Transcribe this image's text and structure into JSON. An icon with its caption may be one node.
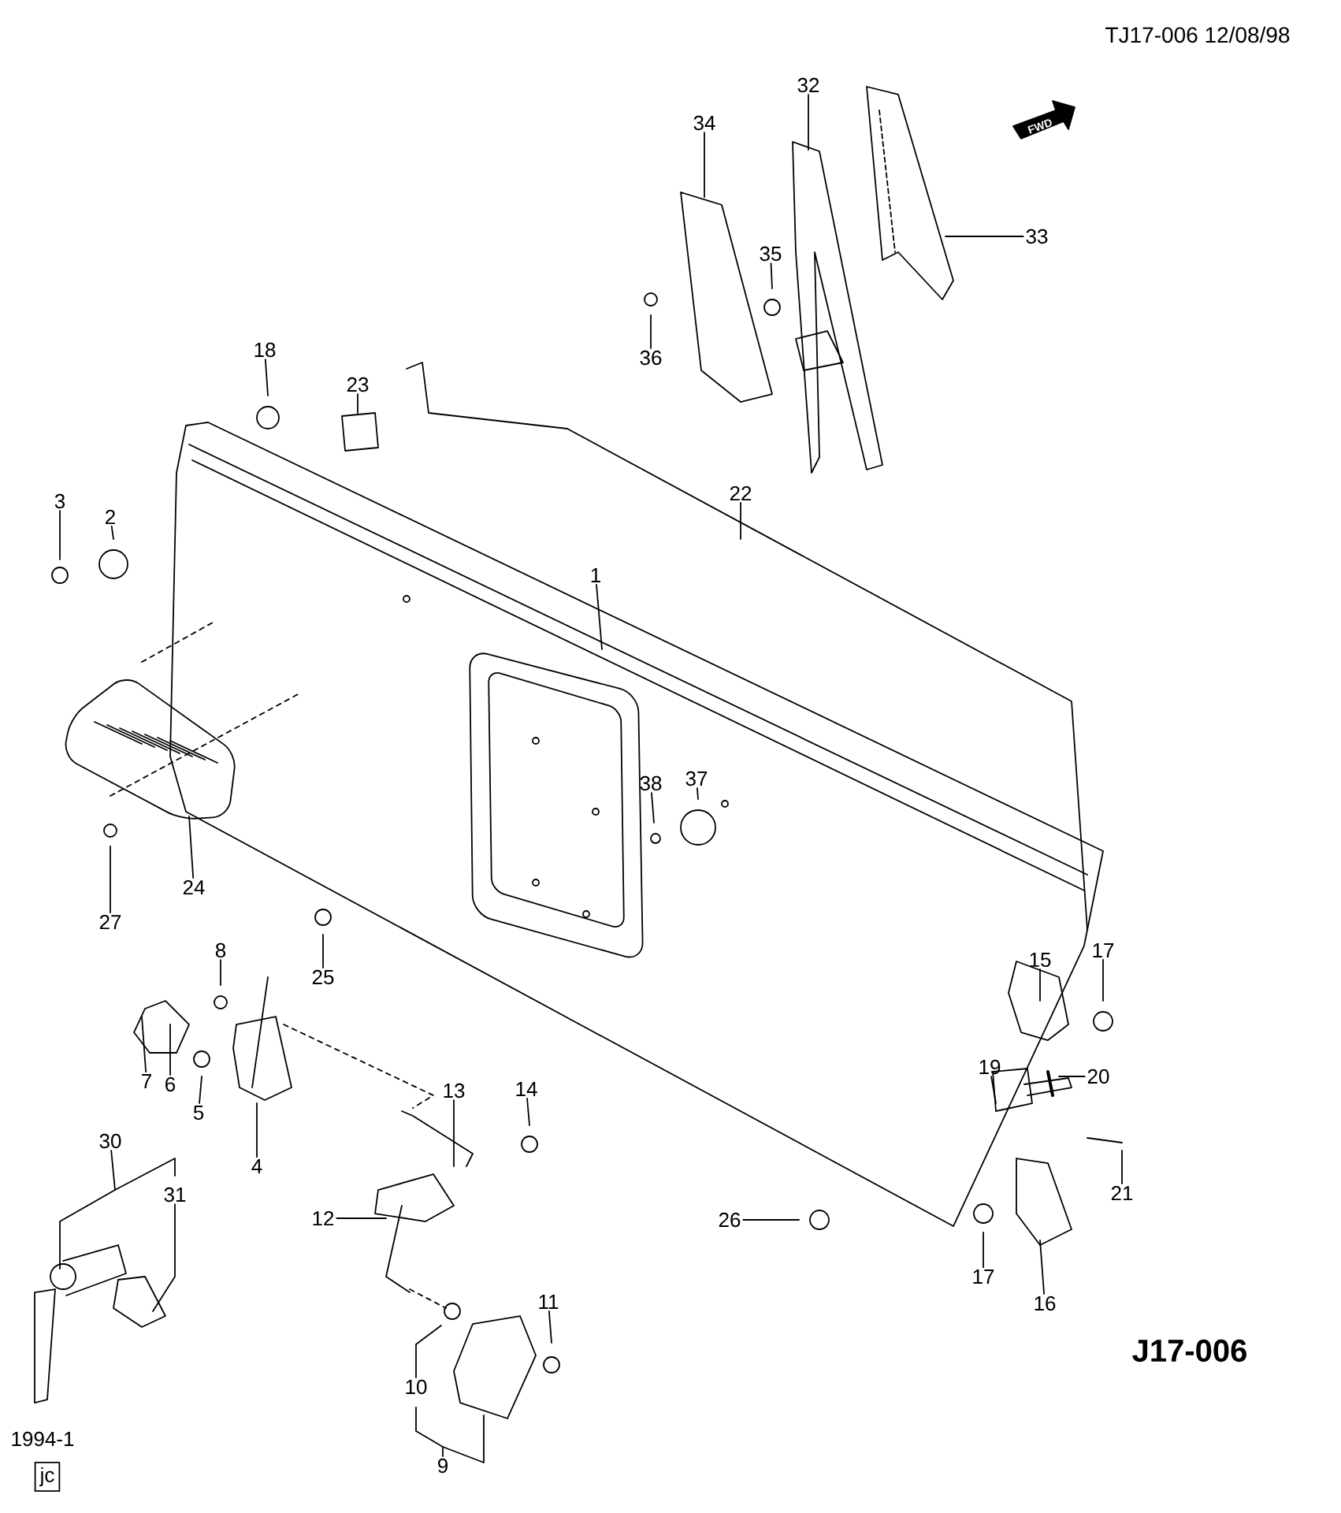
{
  "diagram": {
    "nodes": [
      {
        "text": [
          "32"
        ]
      },
      {
        "text": [
          "34"
        ]
      },
      {
        "text": [
          "33"
        ]
      },
      {
        "text": [
          "35"
        ]
      },
      {
        "text": [
          "18"
        ]
      },
      {
        "text": [
          "36"
        ]
      },
      {
        "text": [
          "23"
        ]
      },
      {
        "text": [
          "22"
        ]
      },
      {
        "text": [
          "3"
        ]
      },
      {
        "text": [
          "2"
        ]
      },
      {
        "text": [
          "1"
        ]
      },
      {
        "text": [
          "37"
        ]
      },
      {
        "text": [
          "38"
        ]
      },
      {
        "text": [
          "24"
        ]
      },
      {
        "text": [
          "27"
        ]
      },
      {
        "text": [
          "8"
        ]
      },
      {
        "text": [
          "17"
        ]
      },
      {
        "text": [
          "15"
        ]
      },
      {
        "text": [
          "25"
        ]
      },
      {
        "text": [
          "19"
        ]
      },
      {
        "text": [
          "20"
        ]
      },
      {
        "text": [
          "7"
        ]
      },
      {
        "text": [
          "6"
        ]
      },
      {
        "text": [
          "13"
        ]
      },
      {
        "text": [
          "14"
        ]
      },
      {
        "text": [
          "5"
        ]
      },
      {
        "text": [
          "30"
        ]
      },
      {
        "text": [
          "4"
        ]
      },
      {
        "text": [
          "21"
        ]
      },
      {
        "text": [
          "31"
        ]
      },
      {
        "text": [
          "12"
        ]
      },
      {
        "text": [
          "26"
        ]
      },
      {
        "text": [
          "17"
        ]
      },
      {
        "text": [
          "16"
        ]
      },
      {
        "text": [
          "11"
        ]
      },
      {
        "text": [
          "10"
        ]
      },
      {
        "text": [
          "9"
        ]
      }
    ],
    "edges": [
      {
        "from": 0,
        "to": null,
        "arrow": "none"
      },
      {
        "from": 1,
        "to": null,
        "arrow": "none"
      },
      {
        "from": 2,
        "to": null,
        "arrow": "none"
      },
      {
        "from": 3,
        "to": null,
        "arrow": "none"
      },
      {
        "from": 4,
        "to": null,
        "arrow": "none"
      },
      {
        "from": 5,
        "to": null,
        "arrow": "none"
      },
      {
        "from": 6,
        "to": null,
        "arrow": "none"
      },
      {
        "from": 7,
        "to": null,
        "arrow": "none"
      },
      {
        "from": 8,
        "to": null,
        "arrow": "none"
      },
      {
        "from": 9,
        "to": null,
        "arrow": "none"
      },
      {
        "from": 10,
        "to": null,
        "arrow": "none"
      },
      {
        "from": 11,
        "to": null,
        "arrow": "none"
      },
      {
        "from": 12,
        "to": null,
        "arrow": "none"
      },
      {
        "from": 13,
        "to": null,
        "arrow": "none"
      },
      {
        "from": 14,
        "to": null,
        "arrow": "none"
      },
      {
        "from": 15,
        "to": null,
        "arrow": "none"
      },
      {
        "from": 16,
        "to": null,
        "arrow": "none"
      },
      {
        "from": 17,
        "to": null,
        "arrow": "none"
      },
      {
        "from": 18,
        "to": null,
        "arrow": "none"
      },
      {
        "from": 19,
        "to": null,
        "arrow": "none"
      },
      {
        "from": 20,
        "to": null,
        "arrow": "none"
      },
      {
        "from": 21,
        "to": null,
        "arrow": "none"
      },
      {
        "from": 22,
        "to": null,
        "arrow": "none"
      },
      {
        "from": 23,
        "to": null,
        "arrow": "none"
      },
      {
        "from": 24,
        "to": null,
        "arrow": "none"
      },
      {
        "from": 25,
        "to": null,
        "arrow": "none"
      },
      {
        "from": 26,
        "to": null,
        "arrow": "none"
      },
      {
        "from": 27,
        "to": null,
        "arrow": "none"
      },
      {
        "from": 28,
        "to": null,
        "arrow": "none"
      },
      {
        "from": 29,
        "to": null,
        "arrow": "none"
      },
      {
        "from": 30,
        "to": null,
        "arrow": "none"
      },
      {
        "from": 31,
        "to": null,
        "arrow": "none"
      },
      {
        "from": 32,
        "to": null,
        "arrow": "none"
      },
      {
        "from": 33,
        "to": null,
        "arrow": "none"
      },
      {
        "from": 34,
        "to": null,
        "arrow": "none"
      },
      {
        "from": 35,
        "to": null,
        "arrow": "none"
      },
      {
        "from": 36,
        "to": null,
        "arrow": "none"
      }
    ],
    "labels": [
      "TJ17-006 12/08/98",
      "FWD",
      "J17-006",
      "1994-1",
      "jc"
    ]
  }
}
